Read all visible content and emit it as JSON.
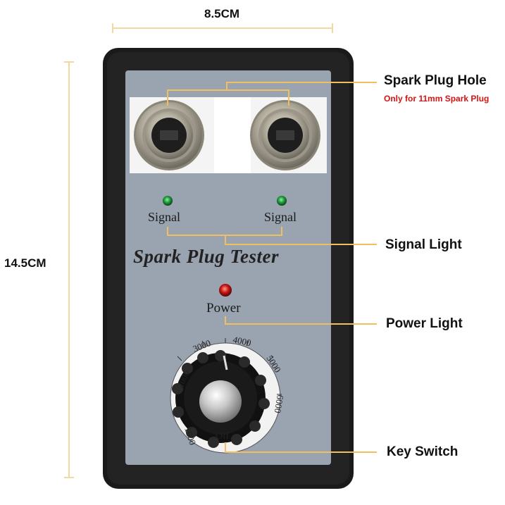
{
  "dimensions": {
    "width_label": "8.5CM",
    "height_label": "14.5CM"
  },
  "device": {
    "title": "Spark Plug  Tester",
    "signal_left": "Signal",
    "signal_right": "Signal",
    "power_label": "Power",
    "dial_labels": [
      "1000",
      "2000",
      "3000",
      "4000",
      "5000",
      "6000",
      "Off"
    ]
  },
  "callouts": {
    "spark_plug_hole": "Spark Plug Hole",
    "spark_plug_hole_note": "Only for 11mm Spark Plug",
    "signal_light": "Signal Light",
    "power_light": "Power Light",
    "key_switch": "Key Switch"
  },
  "colors": {
    "dimension_line": "#f0d8a0",
    "callout_line": "#f0c060",
    "panel": "#9aa3b0",
    "housing": "#1a1a1a",
    "signal_led": "#1e9a3c",
    "power_led": "#c81414",
    "note_red": "#d21414"
  }
}
